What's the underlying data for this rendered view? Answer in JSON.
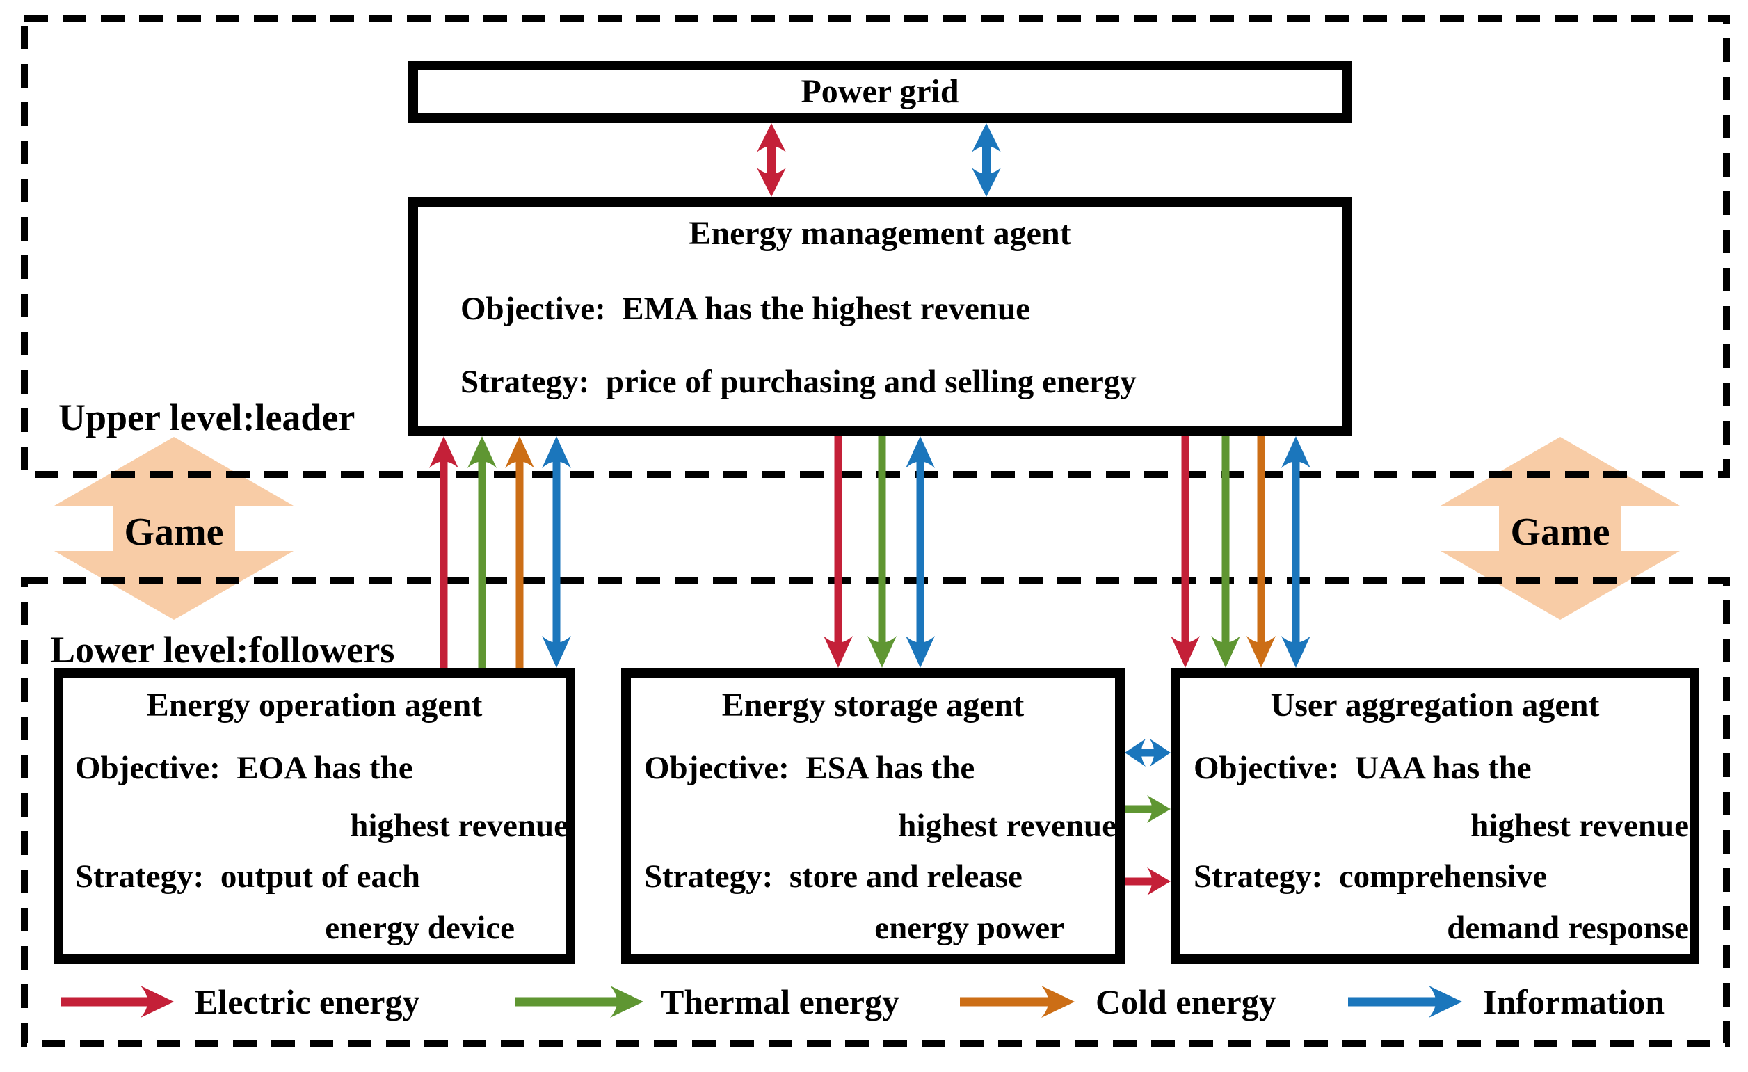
{
  "palette": {
    "electric": "#C42038",
    "thermal": "#5F9632",
    "cold": "#CC6E16",
    "information": "#1B76BC",
    "game_arrow": "#F8CCA6",
    "outline": "#000000",
    "background": "#FFFFFF"
  },
  "upper_level": {
    "label": "Upper level:leader",
    "power_grid": {
      "title": "Power grid"
    },
    "ema": {
      "title": "Energy management agent",
      "objective": "Objective:  EMA has the highest revenue",
      "strategy": "Strategy:  price of purchasing and selling energy"
    }
  },
  "game": {
    "left_label": "Game",
    "right_label": "Game"
  },
  "lower_level": {
    "label": "Lower level:followers",
    "eoa": {
      "title": "Energy operation agent",
      "objective_line1": "Objective:  EOA has the",
      "objective_line2": "highest revenue",
      "strategy_line1": "Strategy:  output of each",
      "strategy_line2": "energy device"
    },
    "esa": {
      "title": "Energy storage agent",
      "objective_line1": "Objective:  ESA has the",
      "objective_line2": "highest revenue",
      "strategy_line1": "Strategy:  store and release",
      "strategy_line2": "energy power"
    },
    "uaa": {
      "title": "User aggregation agent",
      "objective_line1": "Objective:  UAA has the",
      "objective_line2": "highest revenue",
      "strategy_line1": "Strategy:  comprehensive",
      "strategy_line2": "demand response"
    }
  },
  "legend": {
    "items": [
      {
        "name": "electric",
        "label": "Electric energy"
      },
      {
        "name": "thermal",
        "label": "Thermal energy"
      },
      {
        "name": "cold",
        "label": "Cold energy"
      },
      {
        "name": "information",
        "label": "Information"
      }
    ]
  }
}
